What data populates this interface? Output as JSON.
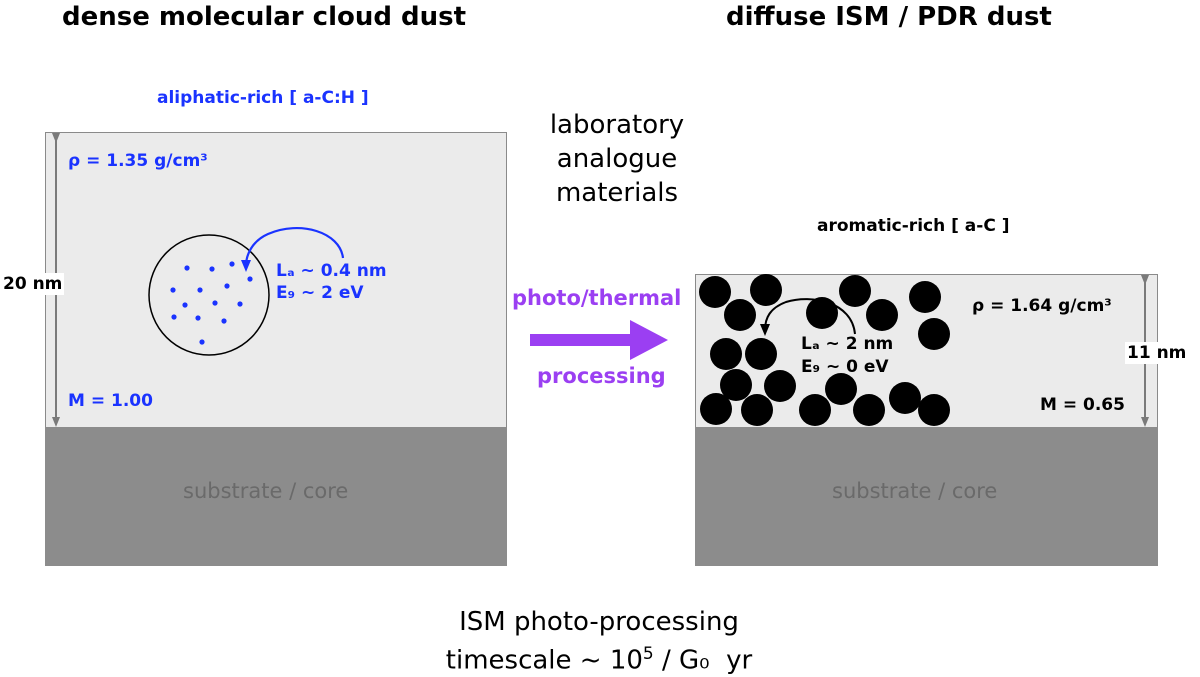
{
  "left": {
    "title": "dense molecular cloud dust",
    "material": "aliphatic-rich [ a-C:H ]",
    "density": "ρ = 1.35 g/cm³",
    "thickness": "20 nm",
    "mass": "M = 1.00",
    "la": "Lₐ ~ 0.4 nm",
    "eg": "E₉ ~ 2 eV",
    "core": "substrate / core",
    "colors": {
      "text": "#1a33ff",
      "dots": "#1a33ff"
    }
  },
  "right": {
    "title": "diffuse ISM / PDR dust",
    "material": "aromatic-rich [ a-C ]",
    "density": "ρ = 1.64 g/cm³",
    "thickness": "11 nm",
    "mass": "M = 0.65",
    "la": "Lₐ ~ 2 nm",
    "eg": "E₉ ~ 0 eV",
    "core": "substrate / core"
  },
  "middle": {
    "lab_line1": "laboratory",
    "lab_line2": "analogue",
    "lab_line3": "materials",
    "process_top": "photo/thermal",
    "process_bottom": "processing",
    "arrow_color": "#9b3ff2"
  },
  "bottom": {
    "line1": "ISM photo-processing",
    "line2_prefix": "timescale ~ 10",
    "line2_exp": "5",
    "line2_suffix": " / G₀  yr"
  }
}
